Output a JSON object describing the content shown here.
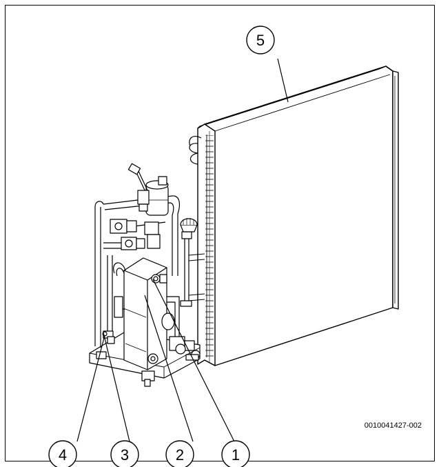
{
  "figure_id": "0010041427-002",
  "callouts": [
    {
      "label": "1",
      "part": "component-1"
    },
    {
      "label": "2",
      "part": "component-2"
    },
    {
      "label": "3",
      "part": "component-3"
    },
    {
      "label": "4",
      "part": "component-4"
    },
    {
      "label": "5",
      "part": "heat-exchanger-coil"
    }
  ]
}
